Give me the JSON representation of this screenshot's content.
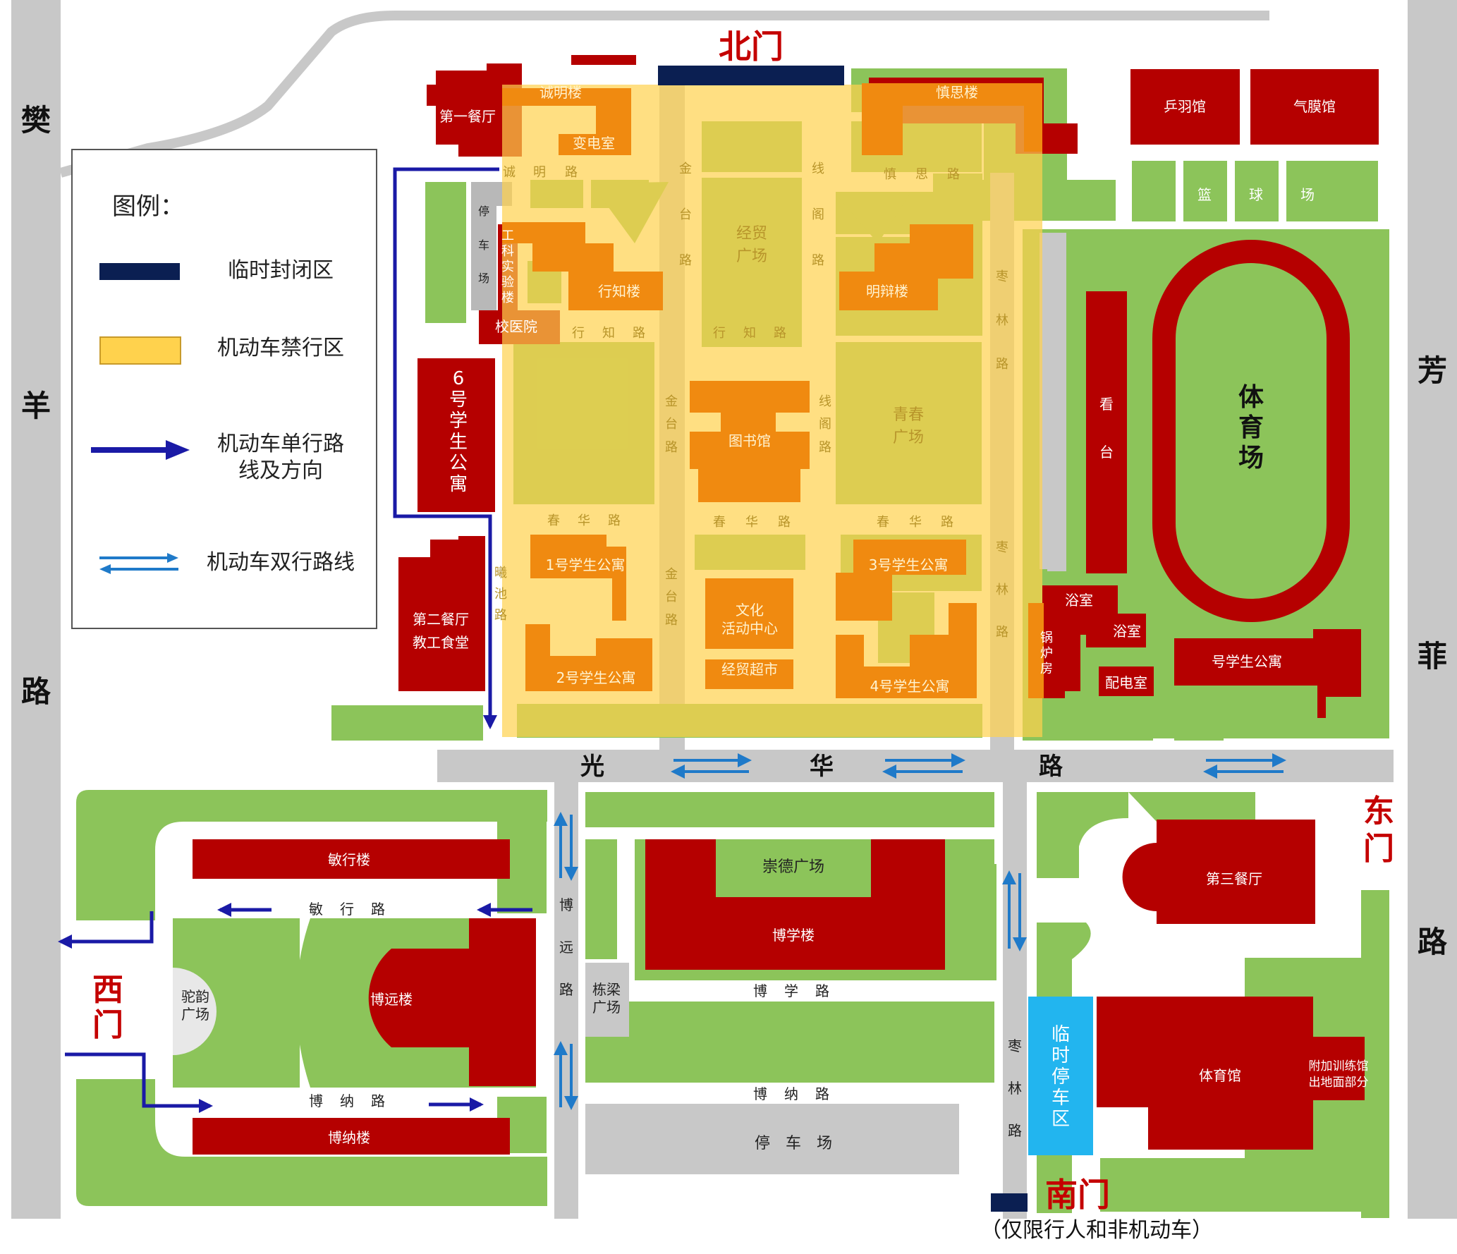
{
  "roads": {
    "fanyang": [
      "樊",
      "羊",
      "路"
    ],
    "fangfei": [
      "芳",
      "菲",
      "路"
    ],
    "guanghua": [
      "光",
      "华",
      "路"
    ],
    "chengming": [
      "诚",
      "明",
      "路"
    ],
    "shensi": [
      "慎",
      "思",
      "路"
    ],
    "jintai_top": [
      "金",
      "台",
      "路"
    ],
    "jintai_mid": [
      "金",
      "台",
      "路"
    ],
    "jintai_low": [
      "金",
      "台",
      "路"
    ],
    "xiange_top": [
      "线",
      "阁",
      "路"
    ],
    "xiange_mid": [
      "线",
      "阁",
      "路"
    ],
    "zaolin_1": [
      "枣",
      "林",
      "路"
    ],
    "zaolin_2": [
      "枣",
      "林",
      "路"
    ],
    "zaolin_3": [
      "枣",
      "林",
      "路"
    ],
    "xingzhi_w": [
      "行",
      "知",
      "路"
    ],
    "xingzhi_e": [
      "行",
      "知",
      "路"
    ],
    "chunhua_w": [
      "春",
      "华",
      "路"
    ],
    "chunhua_m": [
      "春",
      "华",
      "路"
    ],
    "chunhua_e": [
      "春",
      "华",
      "路"
    ],
    "xichi": [
      "曦",
      "池",
      "路"
    ],
    "minxing": [
      "敏",
      "行",
      "路"
    ],
    "bona_w": [
      "博",
      "纳",
      "路"
    ],
    "bona_e": [
      "博",
      "纳",
      "路"
    ],
    "boyuan": [
      "博",
      "远",
      "路"
    ],
    "boxue": [
      "博",
      "学",
      "路"
    ]
  },
  "gates": {
    "north": "北门",
    "east": [
      "东",
      "门"
    ],
    "west": [
      "西",
      "门"
    ],
    "south": "南门",
    "south_note": "（仅限行人和非机动车）"
  },
  "buildings": {
    "canteen1": "第一餐厅",
    "chengming_lou": "诚明楼",
    "biandian": "变电室",
    "shensi_lou": "慎思楼",
    "pingpong": "乒羽馆",
    "qimo": "气膜馆",
    "basketball": [
      "篮",
      "球",
      "场"
    ],
    "parking_w": [
      "停",
      "车",
      "场"
    ],
    "gongke": [
      "工",
      "科",
      "实",
      "验",
      "楼"
    ],
    "xingzhi_lou": "行知楼",
    "mingbian_lou": "明辩楼",
    "jingmao_plaza": [
      "经贸",
      "广场"
    ],
    "clinic": "校医院",
    "dorm6": [
      "6",
      "号",
      "学",
      "生",
      "公",
      "寓"
    ],
    "library": "图书馆",
    "qingchun_plaza": [
      "青春",
      "广场"
    ],
    "stand": [
      "看",
      "台"
    ],
    "stadium": [
      "体",
      "育",
      "场"
    ],
    "dorm1": "1号学生公寓",
    "dorm3": "3号学生公寓",
    "canteen2": [
      "第二餐厅",
      "教工食堂"
    ],
    "culture": [
      "文化",
      "活动中心"
    ],
    "dorm2": "2号学生公寓",
    "market": "经贸超市",
    "dorm4": "4号学生公寓",
    "bath1": "浴室",
    "bath2": "浴室",
    "boiler": [
      "锅",
      "炉",
      "房"
    ],
    "power": "配电室",
    "dorm5": "号学生公寓",
    "minxing_lou": "敏行楼",
    "tuoyun": [
      "驼韵",
      "广场"
    ],
    "boyuan_lou": "博远楼",
    "bona_lou": "博纳楼",
    "chongde": "崇德广场",
    "boxue_lou": "博学楼",
    "dongliang": [
      "栋梁",
      "广场"
    ],
    "parking_s": "停　车　场",
    "canteen3": "第三餐厅",
    "temp_parking": [
      "临",
      "时",
      "停",
      "车",
      "区"
    ],
    "gym": "体育馆",
    "annex": [
      "附加训练馆",
      "出地面部分"
    ]
  },
  "legend": {
    "title": "图例：",
    "closed": "临时封闭区",
    "banned": "机动车禁行区",
    "oneway": [
      "机动车单行路",
      "线及方向"
    ],
    "twoway": "机动车双行路线"
  },
  "colors": {
    "building": "#b50000",
    "green": "#8cc45a",
    "road": "#c8c8c8",
    "ban_zone": "#ffd24d",
    "closed": "#0b1f52",
    "oneway_arrow": "#1a1aa6",
    "twoway_arrow": "#1f7ac9",
    "temp_parking": "#22b5ef",
    "gate_text": "#c40000"
  }
}
